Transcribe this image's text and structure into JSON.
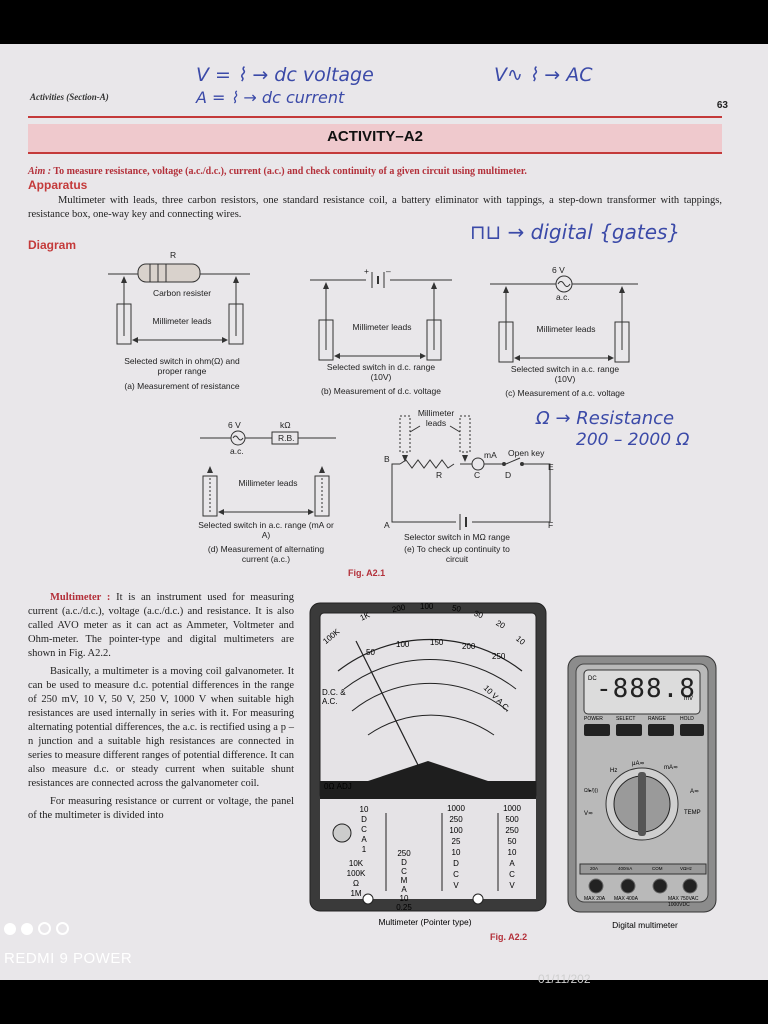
{
  "header": {
    "running_head": "Activities (Section-A)",
    "page_number": "63",
    "title": "ACTIVITY–A2"
  },
  "handwriting": {
    "line1": "V = ⌇ → dc voltage",
    "line1b": "V∿ ⌇ → AC",
    "line2": "A = ⌇ → dc current",
    "digital": "⊓⊔ → digital {gates}",
    "resistance": "Ω → Resistance",
    "range": "200 – 2000 Ω"
  },
  "aim": {
    "label": "Aim :",
    "text": "To measure resistance, voltage (a.c./d.c.), current (a.c.) and check continuity of a given circuit using multimeter."
  },
  "apparatus": {
    "heading": "Apparatus",
    "text": "Multimeter with leads, three carbon resistors, one standard resistance coil, a battery eliminator with tappings, a step-down transformer with tappings, resistance box, one-way key and connecting wires."
  },
  "diagram": {
    "heading": "Diagram",
    "fig_a": {
      "r_label": "R",
      "component": "Carbon resister",
      "leads": "Millimeter leads",
      "switch": "Selected switch in ohm(Ω) and proper range",
      "caption": "(a) Measurement of resistance"
    },
    "fig_b": {
      "plus": "+",
      "minus": "–",
      "leads": "Millimeter leads",
      "switch": "Selected switch in d.c. range (10V)",
      "caption": "(b) Measurement of d.c. voltage"
    },
    "fig_c": {
      "volt": "6 V",
      "ac": "a.c.",
      "leads": "Millimeter leads",
      "switch": "Selected switch in a.c. range (10V)",
      "caption": "(c) Measurement of a.c. voltage"
    },
    "fig_d": {
      "volt": "6 V",
      "ac": "a.c.",
      "kohm": "kΩ",
      "rb": "R.B.",
      "leads": "Millimeter leads",
      "switch": "Selected switch in a.c. range (mA or A)",
      "caption": "(d) Measurement of alternating current (a.c.)"
    },
    "fig_e": {
      "leads": "Millimeter leads",
      "b": "B",
      "r": "R",
      "c": "C",
      "d": "D",
      "e": "E",
      "ma": "mA",
      "open_key": "Open key",
      "a": "A",
      "f": "F",
      "switch": "Selector switch in MΩ range",
      "caption": "(e) To check up continuity to circuit"
    },
    "fig_label": "Fig. A2.1"
  },
  "multimeter_text": {
    "title": "Multimeter :",
    "p1": "It is an instrument used for measuring current (a.c./d.c.), voltage (a.c./d.c.) and resistance. It is also called AVO meter as it can act as Ammeter, Voltmeter and Ohm-meter. The pointer-type and digital multimeters are shown in Fig. A2.2.",
    "p2": "Basically, a multimeter is a moving coil galvanometer. It can be used to measure d.c. potential differences in the range of 250 mV, 10 V, 50 V, 250 V, 1000 V when suitable high resistances are used internally in series with it. For measuring alternating potential differences, the a.c. is rectified using a p – n junction and a suitable high resistances are connected in series to measure different ranges of potential difference. It can also measure d.c. or steady current when suitable shunt resistances are connected across the galvanometer coil.",
    "p3": "For measuring resistance or current or voltage, the panel of the multimeter is divided into"
  },
  "pointer_meter": {
    "scale_top": [
      "100K",
      "1K",
      "200",
      "100",
      "50",
      "30",
      "20",
      "10"
    ],
    "scale_mid": [
      "50",
      "100",
      "150",
      "200",
      "250"
    ],
    "dc_ac": "D.C. & A.C.",
    "ac_label": "10 V A.C.",
    "ohm_adj": "0Ω ADJ",
    "col1": [
      "10",
      "D",
      "C",
      "A",
      "1"
    ],
    "col1b": [
      "10K",
      "100K",
      "Ω",
      "1M"
    ],
    "col2": [
      "250",
      "D",
      "C",
      "M",
      "A",
      "10",
      "0.25"
    ],
    "col3": [
      "1000",
      "250",
      "100",
      "25",
      "10",
      "D",
      "C",
      "V"
    ],
    "col4": [
      "1000",
      "500",
      "250",
      "50",
      "10",
      "A",
      "C",
      "V"
    ],
    "caption": "Multimeter (Pointer type)"
  },
  "digital_meter": {
    "display": "-888.8",
    "dc": "DC",
    "unit": "mV",
    "buttons": [
      "POWER",
      "SELECT",
      "RANGE",
      "HOLD"
    ],
    "dial_labels": [
      "Hz",
      "μA≂",
      "mA≂",
      "A≂",
      "V≂",
      "TEMP",
      "Ω/▸/)))"
    ],
    "sockets": [
      "20A",
      "400mA",
      "COM",
      "VΩHz"
    ],
    "socket_notes": [
      "MAX 20A",
      "MAX 400A",
      "MAX 750VAC 1000VDC"
    ],
    "caption": "Digital multimeter"
  },
  "fig2_label": "Fig. A2.2",
  "phone": {
    "brand": "REDMI 9 POWER",
    "stamp": "01/11/202"
  }
}
